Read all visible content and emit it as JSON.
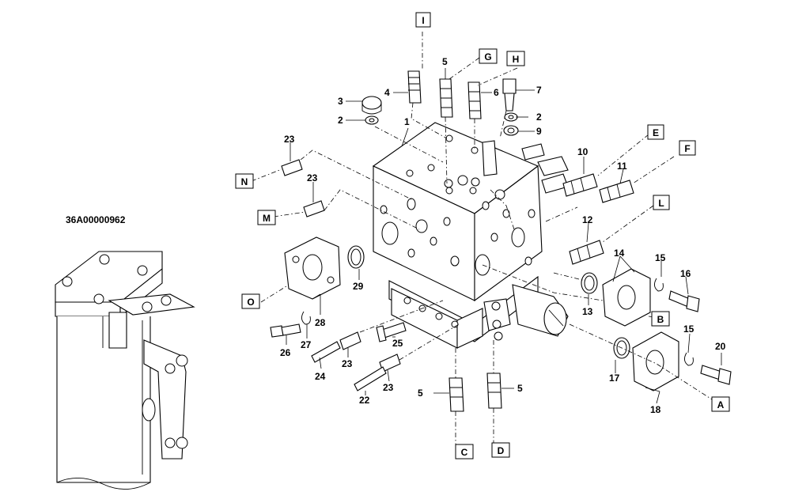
{
  "reference": "36A00000962",
  "callouts": [
    {
      "id": "c1",
      "text": "1"
    },
    {
      "id": "c2a",
      "text": "2"
    },
    {
      "id": "c2b",
      "text": "2"
    },
    {
      "id": "c3",
      "text": "3"
    },
    {
      "id": "c4",
      "text": "4"
    },
    {
      "id": "c5a",
      "text": "5"
    },
    {
      "id": "c5b",
      "text": "5"
    },
    {
      "id": "c5c",
      "text": "5"
    },
    {
      "id": "c6",
      "text": "6"
    },
    {
      "id": "c7",
      "text": "7"
    },
    {
      "id": "c9",
      "text": "9"
    },
    {
      "id": "c10",
      "text": "10"
    },
    {
      "id": "c11",
      "text": "11"
    },
    {
      "id": "c12",
      "text": "12"
    },
    {
      "id": "c13",
      "text": "13"
    },
    {
      "id": "c14",
      "text": "14"
    },
    {
      "id": "c15a",
      "text": "15"
    },
    {
      "id": "c15b",
      "text": "15"
    },
    {
      "id": "c16",
      "text": "16"
    },
    {
      "id": "c17",
      "text": "17"
    },
    {
      "id": "c18",
      "text": "18"
    },
    {
      "id": "c20",
      "text": "20"
    },
    {
      "id": "c22",
      "text": "22"
    },
    {
      "id": "c23a",
      "text": "23"
    },
    {
      "id": "c23b",
      "text": "23"
    },
    {
      "id": "c23c",
      "text": "23"
    },
    {
      "id": "c23d",
      "text": "23"
    },
    {
      "id": "c24",
      "text": "24"
    },
    {
      "id": "c25",
      "text": "25"
    },
    {
      "id": "c26",
      "text": "26"
    },
    {
      "id": "c27",
      "text": "27"
    },
    {
      "id": "c28",
      "text": "28"
    },
    {
      "id": "c29",
      "text": "29"
    }
  ],
  "connection_boxes": [
    {
      "id": "I",
      "text": "I"
    },
    {
      "id": "G",
      "text": "G"
    },
    {
      "id": "H",
      "text": "H"
    },
    {
      "id": "E",
      "text": "E"
    },
    {
      "id": "F",
      "text": "F"
    },
    {
      "id": "L",
      "text": "L"
    },
    {
      "id": "N",
      "text": "N"
    },
    {
      "id": "M",
      "text": "M"
    },
    {
      "id": "O",
      "text": "O"
    },
    {
      "id": "B",
      "text": "B"
    },
    {
      "id": "A",
      "text": "A"
    },
    {
      "id": "C",
      "text": "C"
    },
    {
      "id": "D",
      "text": "D"
    }
  ]
}
